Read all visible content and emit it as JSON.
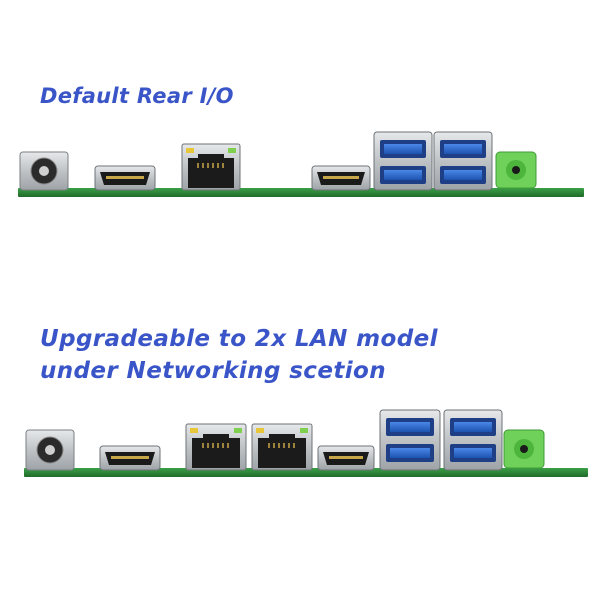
{
  "sections": [
    {
      "title": "Default Rear I/O",
      "ports": [
        "dc-jack",
        "hdmi",
        "rj45-lan",
        "hdmi",
        "usb3-stack",
        "usb3-stack",
        "audio-jack"
      ]
    },
    {
      "title_line1": "Upgradeable to 2x LAN model",
      "title_line2": "under Networking scetion",
      "ports": [
        "dc-jack",
        "hdmi",
        "rj45-lan",
        "rj45-lan",
        "hdmi",
        "usb3-stack",
        "usb3-stack",
        "audio-jack"
      ]
    }
  ],
  "colors": {
    "heading": "#3a55c8",
    "pcb": "#2f8a3a",
    "usb_blue": "#2e6fd6",
    "audio_green": "#6fd15a",
    "metal": "#c9ccce"
  }
}
